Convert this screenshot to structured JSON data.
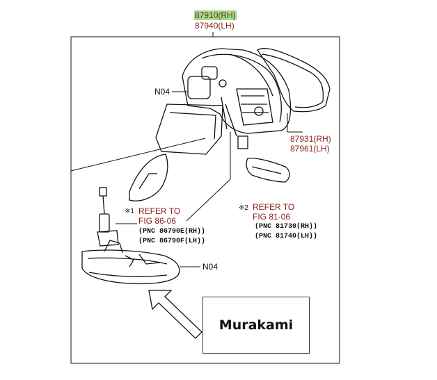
{
  "title": {
    "rh": "87910(RH)",
    "lh": "87940(LH)"
  },
  "labels": {
    "n04_top": "N04",
    "n04_bottom": "N04",
    "glass_rh": "87931(RH)",
    "glass_lh": "87961(LH)"
  },
  "refer1": {
    "mark": "※1",
    "line1": "REFER TO",
    "line2": "FIG 86-06",
    "pnc_rh": "(PNC 86790E(RH))",
    "pnc_lh": "(PNC 86790F(LH))"
  },
  "refer2": {
    "mark": "※2",
    "line1": "REFER TO",
    "line2": "FIG 81-06",
    "pnc_rh": "(PNC 81730(RH))",
    "pnc_lh": "(PNC 81740(LH))"
  },
  "watermark": "Murakami",
  "colors": {
    "label_red": "#8a1f1f",
    "highlight": "#9be08c",
    "line": "#111111"
  }
}
